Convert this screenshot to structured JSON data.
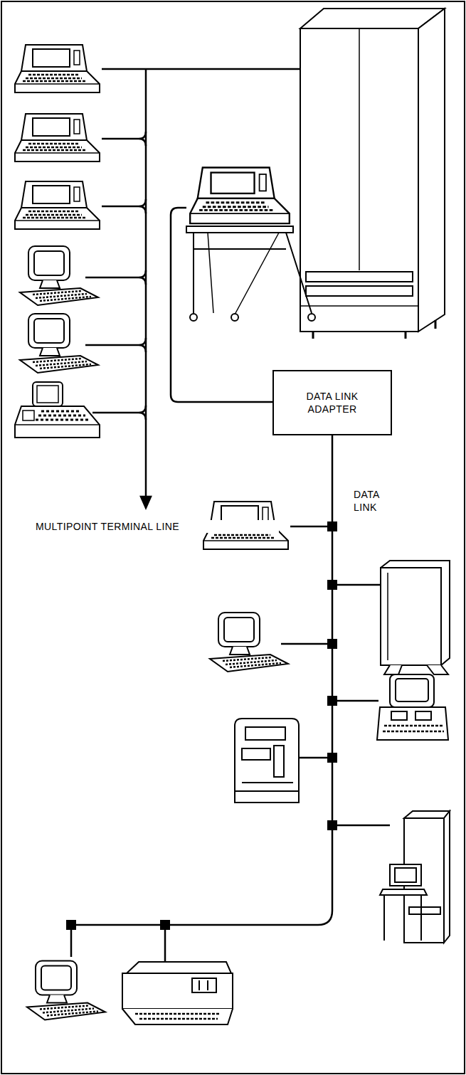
{
  "diagram": {
    "nodes": [
      {
        "text": [
          "DATA LINK ADAPTER"
        ]
      }
    ],
    "labels": [
      "DATA LINK",
      "MULTIPOINT TERMINAL LINE"
    ]
  }
}
